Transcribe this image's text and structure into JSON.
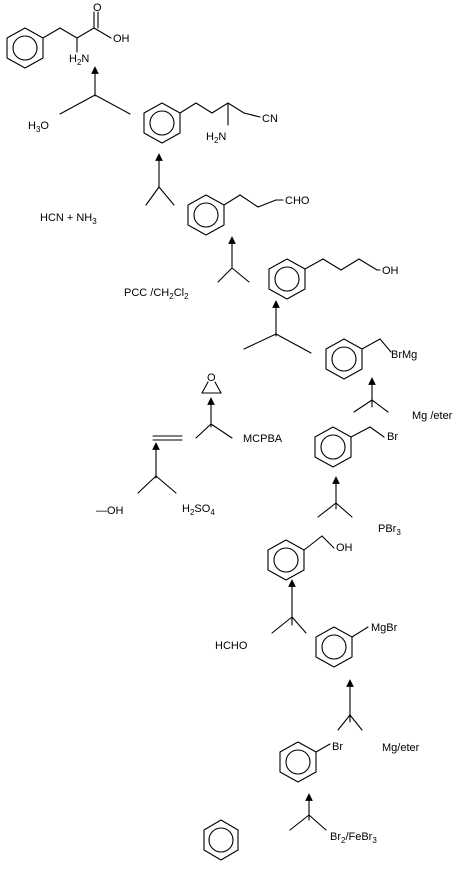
{
  "labels": {
    "oh_acid": "OH",
    "o_acid": "O",
    "h2n_final": "H2N",
    "h2o": "H3O",
    "h2n_nitrile": "H2N",
    "cn": "CN",
    "hcn": "HCN + NH3",
    "cho": "CHO",
    "pcc": "PCC /CH2Cl2",
    "oh_alcohol": "OH",
    "brmg_benzyl": "BrMg",
    "mg_eter_2": "Mg /eter",
    "epox_o": "O",
    "mcpba": "MCPBA",
    "ethanol": "—OH",
    "h2so4": "H2SO4",
    "br_benzyl": "Br",
    "pbr3": "PBr3",
    "oh_benzyl": "OH",
    "mgbr": "MgBr",
    "hcho": "HCHO",
    "br_phenyl": "Br",
    "mg_eter_1": "Mg/eter",
    "br2_febr3": "Br2/FeBr3"
  },
  "colors": {
    "ink": "#000000",
    "background": "#ffffff"
  }
}
